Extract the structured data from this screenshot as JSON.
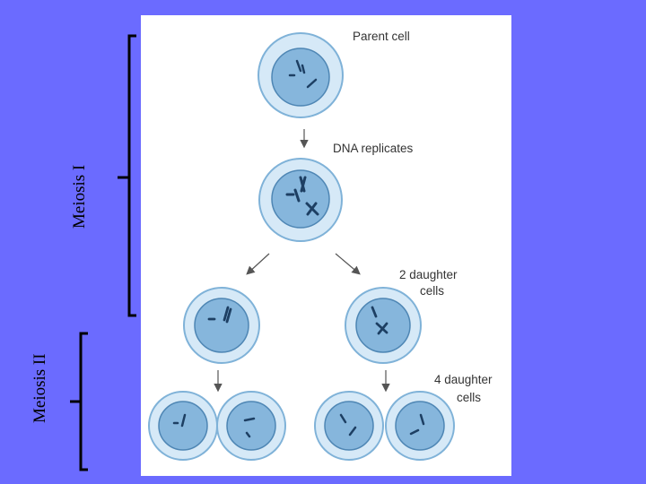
{
  "side_labels": {
    "meiosis_1": "Meiosis I",
    "meiosis_2": "Meiosis II"
  },
  "diagram": {
    "parent_cell": "Parent cell",
    "dna_replicates": "DNA replicates",
    "two_daughter_line1": "2 daughter",
    "two_daughter_line2": "cells",
    "four_daughter_line1": "4 daughter",
    "four_daughter_line2": "cells"
  },
  "colors": {
    "background": "#6b6bff",
    "figure_background": "#ffffff",
    "cell_outer": "#d6e9f7",
    "cell_outer_stroke": "#7fb2d8",
    "nucleus": "#86b6dc",
    "nucleus_stroke": "#4e86b4",
    "chromosome": "#1d3f63"
  }
}
